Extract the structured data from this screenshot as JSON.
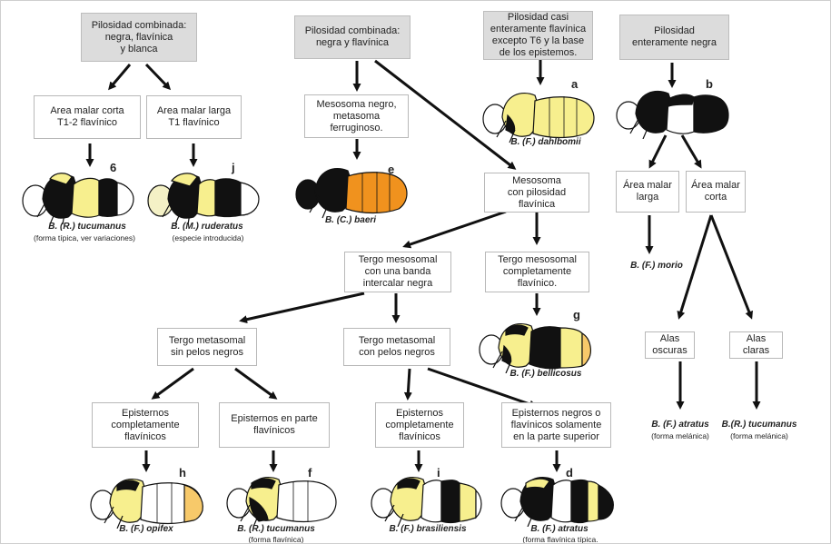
{
  "boxes": {
    "b1": "Pilosidad combinada:\nnegra, flavínica\ny blanca",
    "b2": "Pilosidad combinada:\nnegra y flavínica",
    "b3": "Pilosidad casi\nenteramente flavínica\nexcepto T6 y la base\nde los epistemos.",
    "b4": "Pilosidad\nenteramente negra",
    "malar_corta_t12": "Area malar corta\nT1-2 flavínico",
    "malar_larga_t1": "Area malar larga\nT1 flavínico",
    "mesosoma_negro": "Mesosoma negro,\nmetasoma\nferruginoso.",
    "mesosoma_pilosidad": "Mesosoma\ncon pilosidad\nflavínica",
    "area_malar_larga": "Área malar\nlarga",
    "area_malar_corta": "Área malar\ncorta",
    "tergo_banda": "Tergo mesosomal\ncon una banda\nintercalar negra",
    "tergo_completo": "Tergo mesosomal\ncompletamente\nflavínico.",
    "alas_oscuras": "Alas\noscuras",
    "alas_claras": "Alas\nclaras",
    "tergo_sin_pelos": "Tergo metasomal\nsin pelos negros",
    "tergo_con_pelos": "Tergo metasomal\ncon pelos negros",
    "epist_completo_1": "Episternos\ncompletamente\nflavínicos",
    "epist_parte": "Episternos en parte\nflavínicos",
    "epist_completo_2": "Episternos\ncompletamente\nflavínicos",
    "epist_negros": "Episternos negros o\nflavínicos solamente\nen la parte superior"
  },
  "species": {
    "tucumanus_6": "B. (R.) tucumanus",
    "ruderatus_j": "B. (M.) ruderatus",
    "baeri_e": "B. (C.) baeri",
    "dahlbomii_a": "B. (F.) dahlbomii",
    "morio": "B. (F.) morio",
    "bellicosus_g": "B. (F.) bellicosus",
    "atratus_melanica": "B. (F.) atratus",
    "tucumanus_melanica": "B.(R.) tucumanus",
    "opifex_h": "B. (F.) opifex",
    "tucumanus_f": "B. (R.) tucumanus",
    "brasiliensis_i": "B. (F.) brasiliensis",
    "atratus_d": "B. (F.) atratus"
  },
  "notes": {
    "tucumanus_6": "(forma típica, ver variaciones)",
    "ruderatus_j": "(especie introducida)",
    "atratus_melanica": "(forma melánica)",
    "tucumanus_melanica": "(forma melánica)",
    "tucumanus_f": "(forma flavínica)",
    "atratus_d": "(forma flavínica típica."
  },
  "letters": {
    "six": "6",
    "j": "j",
    "e": "e",
    "a": "a",
    "b": "b",
    "g": "g",
    "h": "h",
    "f": "f",
    "i": "i",
    "d": "d"
  },
  "colors": {
    "gray_box": "#dcdcdc",
    "black": "#111111",
    "yellow": "#f7ef8e",
    "pale_yellow": "#f4f1c6",
    "orange_yellow": "#f7c96a",
    "rufous": "#f0921e",
    "white_body": "#ffffff"
  }
}
